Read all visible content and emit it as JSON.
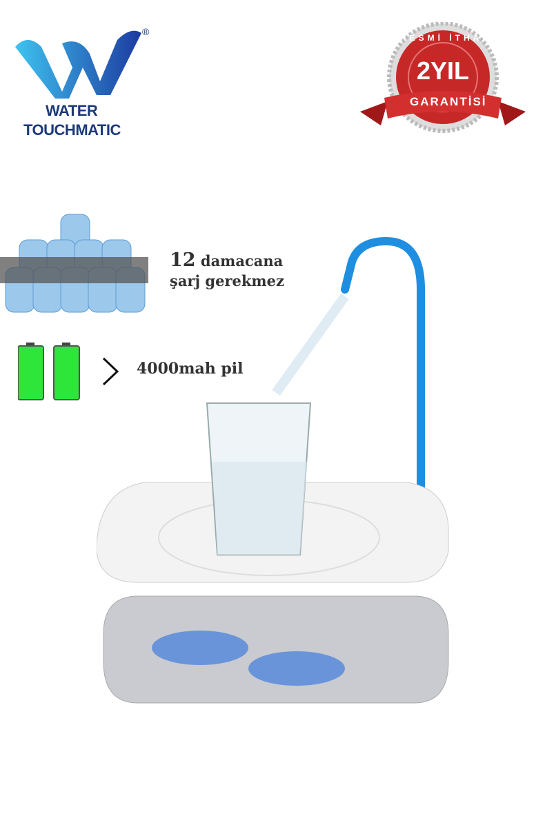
{
  "brand": {
    "line1": "WATER",
    "line2": "TOUCHMATIC",
    "registered": "®"
  },
  "badge": {
    "arc_text": "RESMİ İTHALATÇI",
    "years": "2YIL",
    "ribbon": "GARANTİSİ"
  },
  "features": [
    {
      "number": "12",
      "text": "damacana",
      "line2": "şarj gerekmez",
      "icon": "water-bottles-icon"
    },
    {
      "text": "4000mah pil",
      "icon": "battery-icon"
    }
  ],
  "colors": {
    "brand_blue": "#1d3a7a",
    "accent_blue": "#1e8fe0",
    "badge_red": "#c62828",
    "battery_green": "#2ee53a"
  }
}
